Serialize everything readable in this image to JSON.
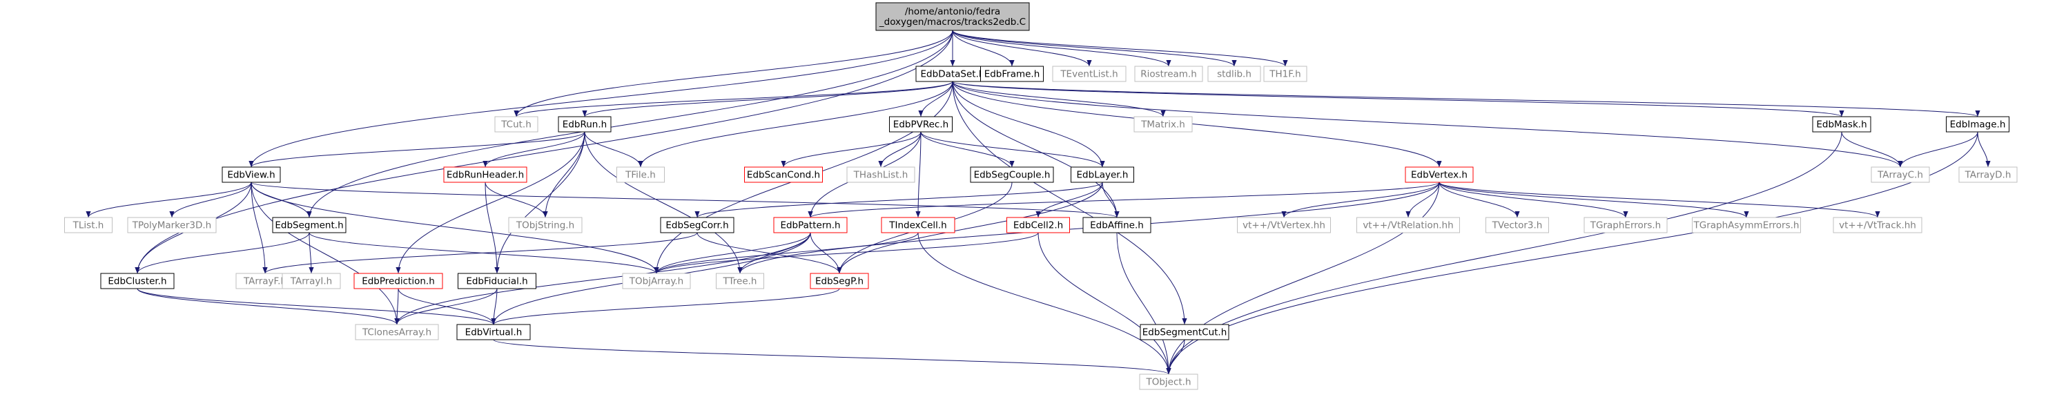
{
  "graph": {
    "root": "tracks2edb",
    "styles": {
      "root": {
        "fill": "#bfbfbf",
        "stroke": "#000000",
        "text": "#000000"
      },
      "normal": {
        "fill": "#ffffff",
        "stroke": "#000000",
        "text": "#000000"
      },
      "red": {
        "fill": "#ffffff",
        "stroke": "#ff0000",
        "text": "#000000"
      },
      "system": {
        "fill": "#ffffff",
        "stroke": "#bfbfbf",
        "text": "#7f7f7f"
      },
      "edge": "#191970"
    },
    "nodes": [
      {
        "id": "tracks2edb",
        "lines": [
          "/home/antonio/fedra",
          "_doxygen/macros/tracks2edb.C"
        ],
        "style": "root"
      },
      {
        "id": "EdbDataSet",
        "lines": [
          "EdbDataSet.h"
        ],
        "style": "normal"
      },
      {
        "id": "EdbFrame",
        "lines": [
          "EdbFrame.h"
        ],
        "style": "normal"
      },
      {
        "id": "TEventList",
        "lines": [
          "TEventList.h"
        ],
        "style": "system"
      },
      {
        "id": "Riostream",
        "lines": [
          "Riostream.h"
        ],
        "style": "system"
      },
      {
        "id": "stdlib",
        "lines": [
          "stdlib.h"
        ],
        "style": "system"
      },
      {
        "id": "TH1F",
        "lines": [
          "TH1F.h"
        ],
        "style": "system"
      },
      {
        "id": "TCut",
        "lines": [
          "TCut.h"
        ],
        "style": "system"
      },
      {
        "id": "EdbRun",
        "lines": [
          "EdbRun.h"
        ],
        "style": "normal"
      },
      {
        "id": "EdbPVRec",
        "lines": [
          "EdbPVRec.h"
        ],
        "style": "normal"
      },
      {
        "id": "TMatrix",
        "lines": [
          "TMatrix.h"
        ],
        "style": "system"
      },
      {
        "id": "EdbMask",
        "lines": [
          "EdbMask.h"
        ],
        "style": "normal"
      },
      {
        "id": "EdbImage",
        "lines": [
          "EdbImage.h"
        ],
        "style": "normal"
      },
      {
        "id": "EdbView",
        "lines": [
          "EdbView.h"
        ],
        "style": "normal"
      },
      {
        "id": "EdbRunHeader",
        "lines": [
          "EdbRunHeader.h"
        ],
        "style": "red"
      },
      {
        "id": "TFile",
        "lines": [
          "TFile.h"
        ],
        "style": "system"
      },
      {
        "id": "EdbScanCond",
        "lines": [
          "EdbScanCond.h"
        ],
        "style": "red"
      },
      {
        "id": "THashList",
        "lines": [
          "THashList.h"
        ],
        "style": "system"
      },
      {
        "id": "EdbSegCouple",
        "lines": [
          "EdbSegCouple.h"
        ],
        "style": "normal"
      },
      {
        "id": "EdbLayer",
        "lines": [
          "EdbLayer.h"
        ],
        "style": "normal"
      },
      {
        "id": "EdbVertex",
        "lines": [
          "EdbVertex.h"
        ],
        "style": "red"
      },
      {
        "id": "TArrayC",
        "lines": [
          "TArrayC.h"
        ],
        "style": "system"
      },
      {
        "id": "TArrayD",
        "lines": [
          "TArrayD.h"
        ],
        "style": "system"
      },
      {
        "id": "TList",
        "lines": [
          "TList.h"
        ],
        "style": "system"
      },
      {
        "id": "TPolyMarker3D",
        "lines": [
          "TPolyMarker3D.h"
        ],
        "style": "system"
      },
      {
        "id": "EdbSegment",
        "lines": [
          "EdbSegment.h"
        ],
        "style": "normal"
      },
      {
        "id": "TObjString",
        "lines": [
          "TObjString.h"
        ],
        "style": "system"
      },
      {
        "id": "EdbSegCorr",
        "lines": [
          "EdbSegCorr.h"
        ],
        "style": "normal"
      },
      {
        "id": "EdbPattern",
        "lines": [
          "EdbPattern.h"
        ],
        "style": "red"
      },
      {
        "id": "TIndexCell",
        "lines": [
          "TIndexCell.h"
        ],
        "style": "red"
      },
      {
        "id": "EdbCell2",
        "lines": [
          "EdbCell2.h"
        ],
        "style": "red"
      },
      {
        "id": "EdbAffine",
        "lines": [
          "EdbAffine.h"
        ],
        "style": "normal"
      },
      {
        "id": "VtVertex",
        "lines": [
          "vt++/VtVertex.hh"
        ],
        "style": "system"
      },
      {
        "id": "VtRelation",
        "lines": [
          "vt++/VtRelation.hh"
        ],
        "style": "system"
      },
      {
        "id": "TVector3",
        "lines": [
          "TVector3.h"
        ],
        "style": "system"
      },
      {
        "id": "TGraphErrors",
        "lines": [
          "TGraphErrors.h"
        ],
        "style": "system"
      },
      {
        "id": "TGraphAsymmErrors",
        "lines": [
          "TGraphAsymmErrors.h"
        ],
        "style": "system"
      },
      {
        "id": "VtTrack",
        "lines": [
          "vt++/VtTrack.hh"
        ],
        "style": "system"
      },
      {
        "id": "EdbCluster",
        "lines": [
          "EdbCluster.h"
        ],
        "style": "normal"
      },
      {
        "id": "TArrayF",
        "lines": [
          "TArrayF.h"
        ],
        "style": "system"
      },
      {
        "id": "TArrayI",
        "lines": [
          "TArrayI.h"
        ],
        "style": "system"
      },
      {
        "id": "EdbPrediction",
        "lines": [
          "EdbPrediction.h"
        ],
        "style": "red"
      },
      {
        "id": "EdbFiducial",
        "lines": [
          "EdbFiducial.h"
        ],
        "style": "normal"
      },
      {
        "id": "TObjArray",
        "lines": [
          "TObjArray.h"
        ],
        "style": "system"
      },
      {
        "id": "TTree",
        "lines": [
          "TTree.h"
        ],
        "style": "system"
      },
      {
        "id": "EdbSegP",
        "lines": [
          "EdbSegP.h"
        ],
        "style": "red"
      },
      {
        "id": "EdbSegmentCut",
        "lines": [
          "EdbSegmentCut.h"
        ],
        "style": "normal"
      },
      {
        "id": "TClonesArray",
        "lines": [
          "TClonesArray.h"
        ],
        "style": "system"
      },
      {
        "id": "EdbVirtual",
        "lines": [
          "EdbVirtual.h"
        ],
        "style": "normal"
      },
      {
        "id": "TObject",
        "lines": [
          "TObject.h"
        ],
        "style": "system"
      }
    ],
    "edges": [
      [
        "tracks2edb",
        "EdbDataSet"
      ],
      [
        "tracks2edb",
        "EdbFrame"
      ],
      [
        "tracks2edb",
        "TEventList"
      ],
      [
        "tracks2edb",
        "Riostream"
      ],
      [
        "tracks2edb",
        "stdlib"
      ],
      [
        "tracks2edb",
        "TH1F"
      ],
      [
        "tracks2edb",
        "TCut"
      ],
      [
        "tracks2edb",
        "EdbView"
      ],
      [
        "tracks2edb",
        "EdbSegment"
      ],
      [
        "tracks2edb",
        "EdbCluster"
      ],
      [
        "EdbDataSet",
        "TCut"
      ],
      [
        "EdbDataSet",
        "EdbRun"
      ],
      [
        "EdbDataSet",
        "EdbPVRec"
      ],
      [
        "EdbDataSet",
        "TMatrix"
      ],
      [
        "EdbDataSet",
        "EdbMask"
      ],
      [
        "EdbDataSet",
        "EdbImage"
      ],
      [
        "EdbDataSet",
        "TFile"
      ],
      [
        "EdbDataSet",
        "EdbLayer"
      ],
      [
        "EdbDataSet",
        "EdbVertex"
      ],
      [
        "EdbDataSet",
        "TArrayC"
      ],
      [
        "EdbDataSet",
        "TObjArray"
      ],
      [
        "EdbDataSet",
        "EdbAffine"
      ],
      [
        "EdbDataSet",
        "EdbSegmentCut"
      ],
      [
        "EdbRun",
        "EdbView"
      ],
      [
        "EdbRun",
        "EdbRunHeader"
      ],
      [
        "EdbRun",
        "TFile"
      ],
      [
        "EdbRun",
        "TObjString"
      ],
      [
        "EdbRun",
        "TTree"
      ],
      [
        "EdbRun",
        "EdbPrediction"
      ],
      [
        "EdbRun",
        "EdbFiducial"
      ],
      [
        "EdbPVRec",
        "EdbScanCond"
      ],
      [
        "EdbPVRec",
        "THashList"
      ],
      [
        "EdbPVRec",
        "EdbSegCouple"
      ],
      [
        "EdbPVRec",
        "EdbLayer"
      ],
      [
        "EdbPVRec",
        "EdbPattern"
      ],
      [
        "EdbPVRec",
        "TIndexCell"
      ],
      [
        "EdbMask",
        "TArrayC"
      ],
      [
        "EdbMask",
        "TObject"
      ],
      [
        "EdbImage",
        "TArrayC"
      ],
      [
        "EdbImage",
        "TArrayD"
      ],
      [
        "EdbImage",
        "TObject"
      ],
      [
        "EdbView",
        "TList"
      ],
      [
        "EdbView",
        "TPolyMarker3D"
      ],
      [
        "EdbView",
        "EdbSegment"
      ],
      [
        "EdbView",
        "TArrayF"
      ],
      [
        "EdbView",
        "TObjArray"
      ],
      [
        "EdbView",
        "EdbAffine"
      ],
      [
        "EdbView",
        "EdbCluster"
      ],
      [
        "EdbView",
        "TClonesArray"
      ],
      [
        "EdbRunHeader",
        "TObjString"
      ],
      [
        "EdbRunHeader",
        "EdbFiducial"
      ],
      [
        "EdbSegCouple",
        "EdbSegP"
      ],
      [
        "EdbLayer",
        "EdbSegCorr"
      ],
      [
        "EdbLayer",
        "EdbCell2"
      ],
      [
        "EdbLayer",
        "EdbAffine"
      ],
      [
        "EdbLayer",
        "EdbSegP"
      ],
      [
        "EdbVertex",
        "EdbPattern"
      ],
      [
        "EdbVertex",
        "VtVertex"
      ],
      [
        "EdbVertex",
        "VtRelation"
      ],
      [
        "EdbVertex",
        "TVector3"
      ],
      [
        "EdbVertex",
        "TGraphErrors"
      ],
      [
        "EdbVertex",
        "TGraphAsymmErrors"
      ],
      [
        "EdbVertex",
        "VtTrack"
      ],
      [
        "EdbVertex",
        "TTree"
      ],
      [
        "EdbVertex",
        "TObject"
      ],
      [
        "EdbSegment",
        "EdbCluster"
      ],
      [
        "EdbSegment",
        "TArrayI"
      ],
      [
        "EdbSegment",
        "TObjArray"
      ],
      [
        "EdbSegCorr",
        "EdbSegP"
      ],
      [
        "EdbSegCorr",
        "TArrayF"
      ],
      [
        "EdbPattern",
        "TObjArray"
      ],
      [
        "EdbPattern",
        "TTree"
      ],
      [
        "EdbPattern",
        "EdbSegP"
      ],
      [
        "EdbPattern",
        "TClonesArray"
      ],
      [
        "EdbPattern",
        "EdbVirtual"
      ],
      [
        "TIndexCell",
        "TObjArray"
      ],
      [
        "TIndexCell",
        "TObject"
      ],
      [
        "EdbCell2",
        "TObjArray"
      ],
      [
        "EdbCell2",
        "TObject"
      ],
      [
        "EdbAffine",
        "TObject"
      ],
      [
        "EdbCluster",
        "TClonesArray"
      ],
      [
        "EdbCluster",
        "EdbVirtual"
      ],
      [
        "EdbPrediction",
        "TClonesArray"
      ],
      [
        "EdbPrediction",
        "EdbVirtual"
      ],
      [
        "EdbFiducial",
        "TClonesArray"
      ],
      [
        "EdbFiducial",
        "EdbVirtual"
      ],
      [
        "EdbSegP",
        "EdbVirtual"
      ],
      [
        "EdbSegmentCut",
        "TObject"
      ],
      [
        "EdbVirtual",
        "TObject"
      ]
    ]
  }
}
